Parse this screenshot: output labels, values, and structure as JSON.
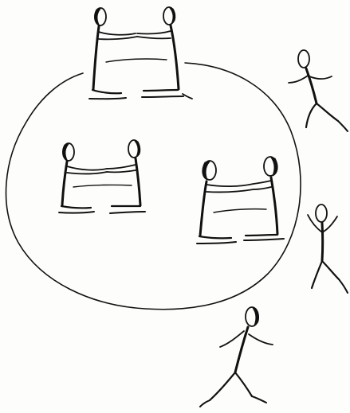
{
  "image": {
    "kind": "black ink line drawing",
    "background_color": "#fdfdfc",
    "ink_color": "#111111"
  },
  "scene": {
    "large_circle_count": 1,
    "seated_pairs": [
      {
        "id": "pair-top",
        "people": 2,
        "holding_arms": true
      },
      {
        "id": "pair-middle-left",
        "people": 2,
        "holding_arms": true
      },
      {
        "id": "pair-middle-right",
        "people": 2,
        "holding_arms": true
      }
    ],
    "moving_figures": [
      {
        "id": "runner-right-top",
        "pose": "running"
      },
      {
        "id": "jumper-right-middle",
        "pose": "arms raised"
      },
      {
        "id": "runner-bottom",
        "pose": "running"
      }
    ]
  }
}
